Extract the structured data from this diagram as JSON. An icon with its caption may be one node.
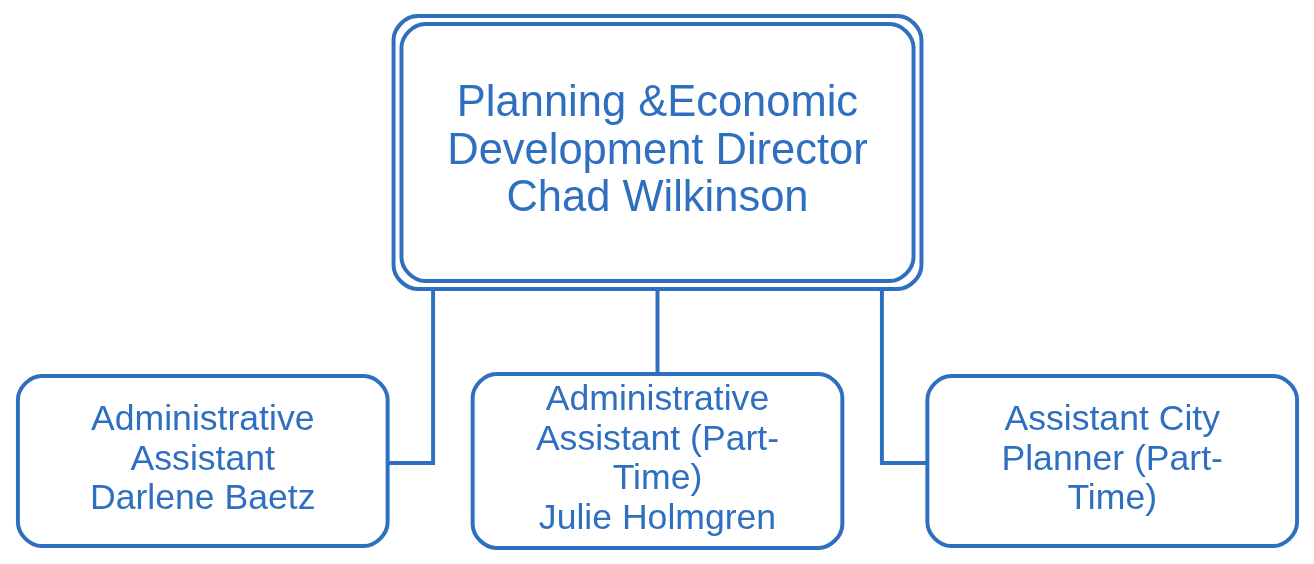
{
  "diagram": {
    "nodes": [
      {
        "text": [
          "Planning &Economic Development Director",
          "Chad Wilkinson"
        ]
      },
      {
        "text": [
          "Administrative Assistant",
          "Darlene Baetz"
        ]
      },
      {
        "text": [
          "Administrative Assistant (Part-Time)",
          "Julie Holmgren"
        ]
      },
      {
        "text": [
          "Assistant City Planner (Part-Time)"
        ]
      }
    ],
    "edges": [
      {
        "from": 0,
        "to": 1,
        "arrow": "none"
      },
      {
        "from": 0,
        "to": 2,
        "arrow": "none"
      },
      {
        "from": 0,
        "to": 3,
        "arrow": "none"
      }
    ]
  }
}
